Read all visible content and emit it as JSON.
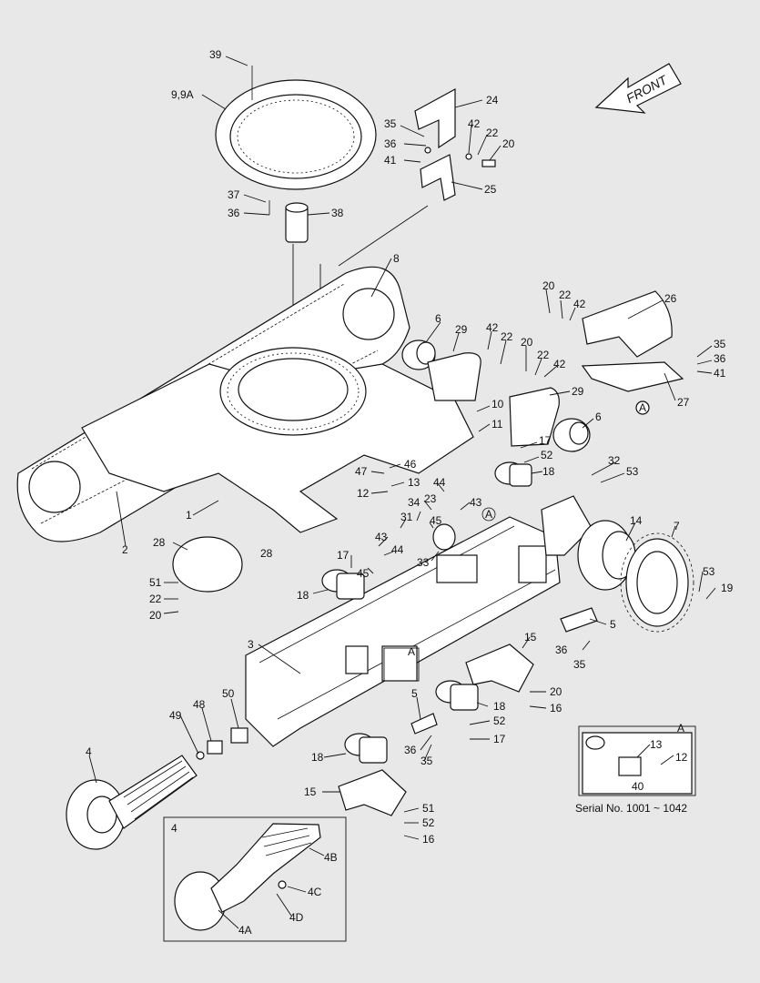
{
  "front_label": "FRONT",
  "serial_note": "Serial No. 1001 ~ 1042",
  "detail_a_label": "A",
  "labels": [
    {
      "id": "l39",
      "text": "39"
    },
    {
      "id": "l9",
      "text": "9,9A"
    },
    {
      "id": "l24",
      "text": "24"
    },
    {
      "id": "l35a",
      "text": "35"
    },
    {
      "id": "l42a",
      "text": "42"
    },
    {
      "id": "l22a",
      "text": "22"
    },
    {
      "id": "l20a",
      "text": "20"
    },
    {
      "id": "l36a",
      "text": "36"
    },
    {
      "id": "l41a",
      "text": "41"
    },
    {
      "id": "l25",
      "text": "25"
    },
    {
      "id": "l37",
      "text": "37"
    },
    {
      "id": "l36b",
      "text": "36"
    },
    {
      "id": "l38",
      "text": "38"
    },
    {
      "id": "l8",
      "text": "8"
    },
    {
      "id": "l20b",
      "text": "20"
    },
    {
      "id": "l22b",
      "text": "22"
    },
    {
      "id": "l42b",
      "text": "42"
    },
    {
      "id": "l26",
      "text": "26"
    },
    {
      "id": "l6a",
      "text": "6"
    },
    {
      "id": "l29a",
      "text": "29"
    },
    {
      "id": "l42c",
      "text": "42"
    },
    {
      "id": "l22c",
      "text": "22"
    },
    {
      "id": "l20c",
      "text": "20"
    },
    {
      "id": "l22d",
      "text": "22"
    },
    {
      "id": "l42d",
      "text": "42"
    },
    {
      "id": "l35b",
      "text": "35"
    },
    {
      "id": "l36c",
      "text": "36"
    },
    {
      "id": "l41b",
      "text": "41"
    },
    {
      "id": "l27",
      "text": "27"
    },
    {
      "id": "l29b",
      "text": "29"
    },
    {
      "id": "l10",
      "text": "10"
    },
    {
      "id": "l11",
      "text": "11"
    },
    {
      "id": "l6b",
      "text": "6"
    },
    {
      "id": "l17a",
      "text": "17"
    },
    {
      "id": "l52a",
      "text": "52"
    },
    {
      "id": "l18a",
      "text": "18"
    },
    {
      "id": "l32",
      "text": "32"
    },
    {
      "id": "l53a",
      "text": "53"
    },
    {
      "id": "l46",
      "text": "46"
    },
    {
      "id": "l47",
      "text": "47"
    },
    {
      "id": "l13a",
      "text": "13"
    },
    {
      "id": "l12a",
      "text": "12"
    },
    {
      "id": "l44a",
      "text": "44"
    },
    {
      "id": "l23",
      "text": "23"
    },
    {
      "id": "l34",
      "text": "34"
    },
    {
      "id": "l43a",
      "text": "43"
    },
    {
      "id": "l31",
      "text": "31"
    },
    {
      "id": "l45a",
      "text": "45"
    },
    {
      "id": "l1",
      "text": "1"
    },
    {
      "id": "l2",
      "text": "2"
    },
    {
      "id": "l28a",
      "text": "28"
    },
    {
      "id": "l28b",
      "text": "28"
    },
    {
      "id": "l43b",
      "text": "43"
    },
    {
      "id": "l44b",
      "text": "44"
    },
    {
      "id": "l33",
      "text": "33"
    },
    {
      "id": "l14",
      "text": "14"
    },
    {
      "id": "l7",
      "text": "7"
    },
    {
      "id": "l17b",
      "text": "17"
    },
    {
      "id": "l45b",
      "text": "45"
    },
    {
      "id": "l51a",
      "text": "51"
    },
    {
      "id": "l22e",
      "text": "22"
    },
    {
      "id": "l20d",
      "text": "20"
    },
    {
      "id": "l18b",
      "text": "18"
    },
    {
      "id": "l53b",
      "text": "53"
    },
    {
      "id": "l19",
      "text": "19"
    },
    {
      "id": "l5a",
      "text": "5"
    },
    {
      "id": "l3",
      "text": "3"
    },
    {
      "id": "lA",
      "text": "A"
    },
    {
      "id": "l36d",
      "text": "36"
    },
    {
      "id": "l35c",
      "text": "35"
    },
    {
      "id": "l15a",
      "text": "15"
    },
    {
      "id": "l20e",
      "text": "20"
    },
    {
      "id": "l16a",
      "text": "16"
    },
    {
      "id": "l18c",
      "text": "18"
    },
    {
      "id": "l52b",
      "text": "52"
    },
    {
      "id": "l17c",
      "text": "17"
    },
    {
      "id": "l49",
      "text": "49"
    },
    {
      "id": "l48",
      "text": "48"
    },
    {
      "id": "l50",
      "text": "50"
    },
    {
      "id": "l5b",
      "text": "5"
    },
    {
      "id": "l4a",
      "text": "4"
    },
    {
      "id": "l36e",
      "text": "36"
    },
    {
      "id": "l35d",
      "text": "35"
    },
    {
      "id": "l18d",
      "text": "18"
    },
    {
      "id": "l15b",
      "text": "15"
    },
    {
      "id": "l51b",
      "text": "51"
    },
    {
      "id": "l52c",
      "text": "52"
    },
    {
      "id": "l16b",
      "text": "16"
    },
    {
      "id": "l4b",
      "text": "4"
    },
    {
      "id": "l4B",
      "text": "4B"
    },
    {
      "id": "l4C",
      "text": "4C"
    },
    {
      "id": "l4D",
      "text": "4D"
    },
    {
      "id": "l4A",
      "text": "4A"
    },
    {
      "id": "lA2",
      "text": "A"
    },
    {
      "id": "l13b",
      "text": "13"
    },
    {
      "id": "l12b",
      "text": "12"
    },
    {
      "id": "l40",
      "text": "40"
    },
    {
      "id": "lAc1",
      "text": "A"
    },
    {
      "id": "lAc2",
      "text": "A"
    }
  ]
}
